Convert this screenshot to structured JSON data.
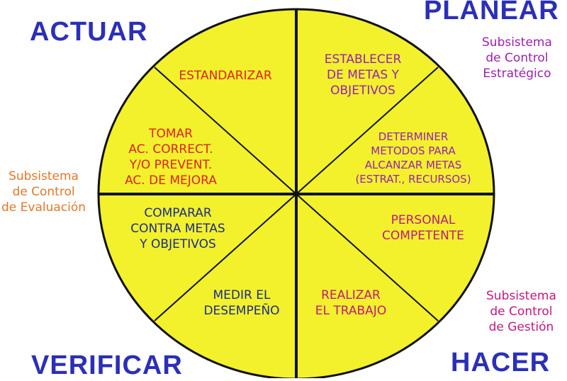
{
  "quadrants": {
    "actuar": "ACTUAR",
    "planear": "PLANEAR",
    "verificar": "VERIFICAR",
    "hacer": "HACER"
  },
  "subsystems": {
    "estrategico": [
      "Subsistema",
      "de Control",
      "Estratégico"
    ],
    "evaluacion": [
      "Subsistema",
      "de Control",
      "de Evaluación"
    ],
    "gestion": [
      "Subsistema",
      "de Control",
      "de Gestión"
    ]
  },
  "segments": {
    "establecer": [
      "ESTABLECER",
      "DE METAS Y",
      "OBJETIVOS"
    ],
    "determinar": [
      "DETERMINER",
      "METODOS PARA",
      "ALCANZAR METAS",
      "(ESTRAT., RECURSOS)"
    ],
    "personal": [
      "PERSONAL",
      "COMPETENTE"
    ],
    "realizar": [
      "REALIZAR",
      "EL TRABAJO"
    ],
    "medir": [
      "MEDIR EL",
      "DESEMPEÑO"
    ],
    "comparar": [
      "COMPARAR",
      "CONTRA METAS",
      "Y OBJETIVOS"
    ],
    "tomar": [
      "TOMAR",
      "AC. CORRECT.",
      "Y/O PREVENT.",
      "AC. DE MEJORA"
    ],
    "estandarizar": [
      "ESTANDARIZAR"
    ]
  },
  "colors": {
    "circle_fill": "#f2f12c",
    "quadrant_title": "#2b2fb8",
    "plan_text": "#9b1fb0",
    "do_text": "#c2187e",
    "check_text": "#1c2b8a",
    "act_text": "#e0201c",
    "evaluacion_text": "#e0782a"
  }
}
